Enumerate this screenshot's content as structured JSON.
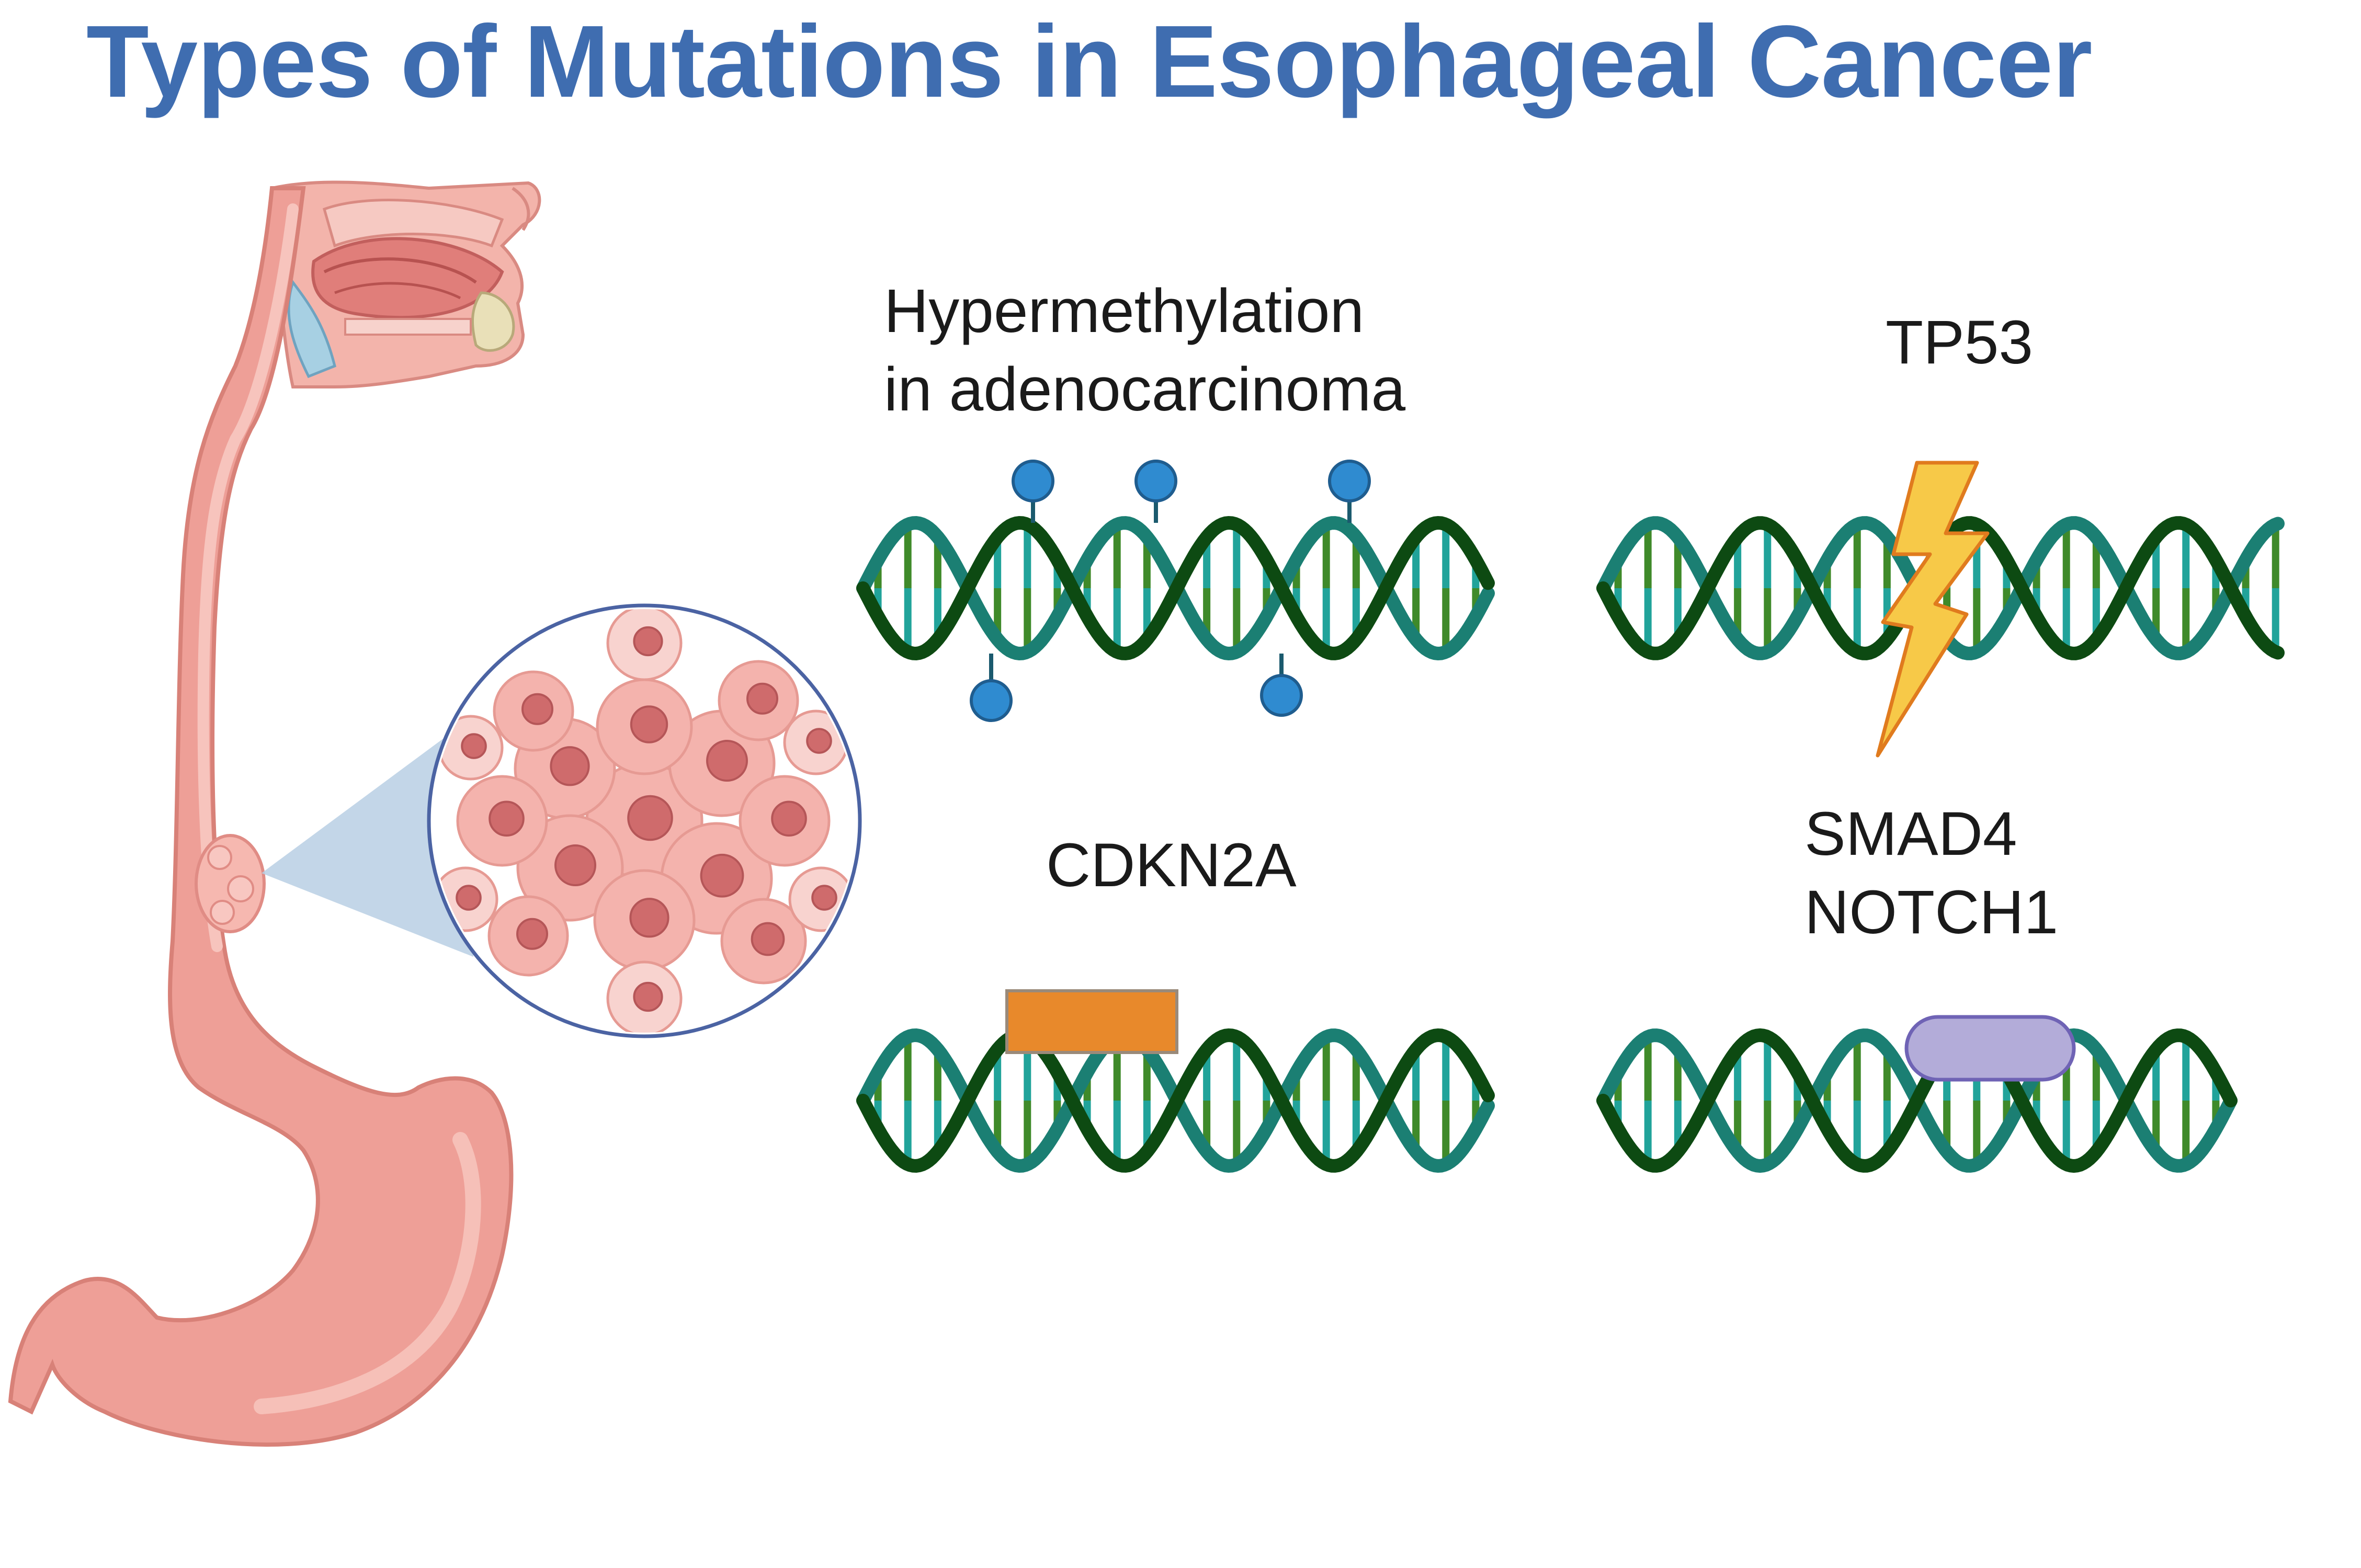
{
  "title": "Types of Mutations in Esophageal Cancer",
  "panels": {
    "hypermethylation": {
      "line1": "Hypermethylation",
      "line2": "in adenocarcinoma"
    },
    "tp53": {
      "label": "TP53"
    },
    "cdkn2a": {
      "label": "CDKN2A"
    },
    "smad4_notch1": {
      "line1": "SMAD4",
      "line2": "NOTCH1"
    }
  },
  "colors": {
    "title": "#3f6db0",
    "strand_dark": "#0d4a12",
    "strand_teal": "#1b7f73",
    "rung_green": "#3f8a2a",
    "rung_teal": "#21a39a",
    "methyl": "#2f8bd0",
    "lightning": "#f7c948",
    "deletion_box": "#e8892b",
    "insertion_pill": "#b3acd9",
    "organ": "#eea39b",
    "zoom_cone": "#b9cfe4"
  }
}
